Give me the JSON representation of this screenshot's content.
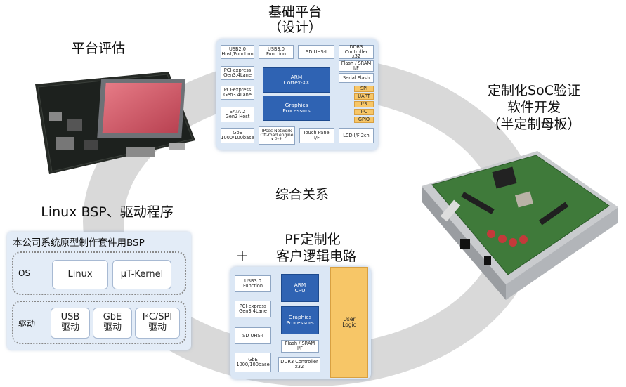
{
  "labels": {
    "base_platform": "基础平台\n（设计）",
    "platform_eval": "平台评估",
    "custom_soc": "定制化SoC验证\n软件开发\n（半定制母板）",
    "integration": "综合关系",
    "linux_bsp": "Linux BSP、驱动程序",
    "pf_custom": "PF定制化",
    "plus": "＋",
    "customer_logic": "客户逻辑电路"
  },
  "top_chip": {
    "blocks": [
      "USB2.0\nHost/Function",
      "USB3.0\nFunction",
      "SD UHS-I",
      "DDR3 Controller\nx32",
      "Flash / SRAM\nI/F",
      "PCI-express\nGen3.4Lane",
      "ARM\nCortex-XX",
      "Serial Flash",
      "PCI-express\nGen3.4Lane",
      "SATA 2\nGen2 Host",
      "Graphics\nProcessors",
      "GbE\n1000/100base",
      "IPsec Network\nOff-road engine\nx 2ch",
      "Touch Panel\nI/F",
      "LCD I/F 2ch"
    ],
    "io": [
      "SPI",
      "UART",
      "I²S",
      "I²C",
      "GPIO"
    ]
  },
  "bottom_chip": {
    "blocks": [
      "USB3.0\nFunction",
      "ARM\nCPU",
      "PCI-express\nGen3.4Lane",
      "Graphics\nProcessors",
      "SD UHS-I",
      "Flash / SRAM\nI/F",
      "GbE\n1000/100base",
      "DDR3 Controller\nx32"
    ],
    "user_logic": "User\nLogic"
  },
  "bsp": {
    "title": "本公司系统原型制作套件用BSP",
    "os_label": "OS",
    "os_items": [
      "Linux",
      "μT-Kernel"
    ],
    "driver_label": "驱动",
    "driver_items": [
      "USB\n驱动",
      "GbE\n驱动",
      "I²C/SPI\n驱动"
    ]
  },
  "colors": {
    "ring": "#d9d9d9",
    "panel": "#dbe7f5",
    "core_blue": "#2f63b3",
    "io_orange": "#f7c667",
    "board_green": "#3f7a3a"
  }
}
